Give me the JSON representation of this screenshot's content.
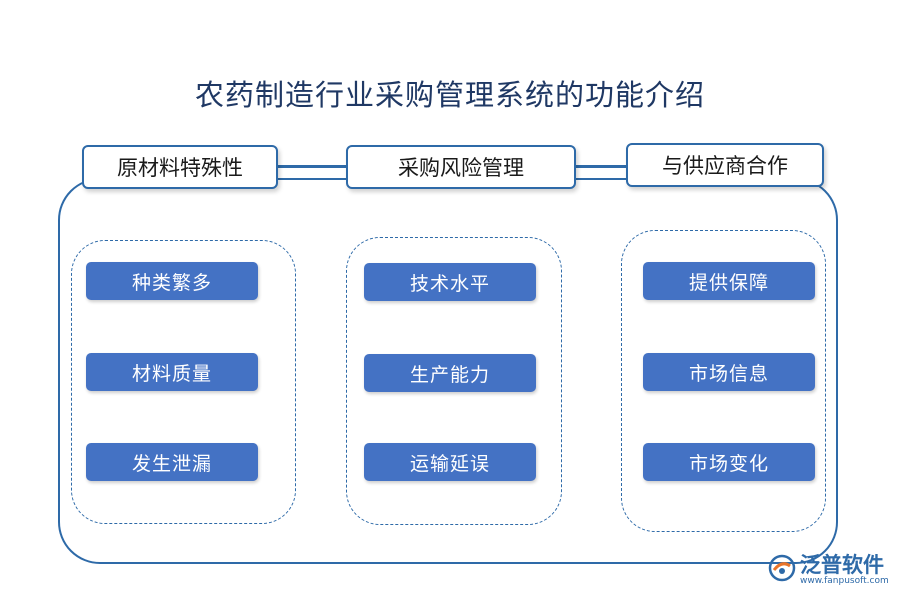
{
  "title": "农药制造行业采购管理系统的功能介绍",
  "columns": [
    {
      "header": "原材料特殊性",
      "items": [
        "种类繁多",
        "材料质量",
        "发生泄漏"
      ]
    },
    {
      "header": "采购风险管理",
      "items": [
        "技术水平",
        "生产能力",
        "运输延误"
      ]
    },
    {
      "header": "与供应商合作",
      "items": [
        "提供保障",
        "市场信息",
        "市场变化"
      ]
    }
  ],
  "brand": {
    "name": "泛普软件",
    "url": "www.fanpusoft.com",
    "icon": "fanpu-logo-icon"
  },
  "colors": {
    "accent": "#2e6aa8",
    "item_fill": "#4472c4",
    "title": "#1f3864"
  }
}
